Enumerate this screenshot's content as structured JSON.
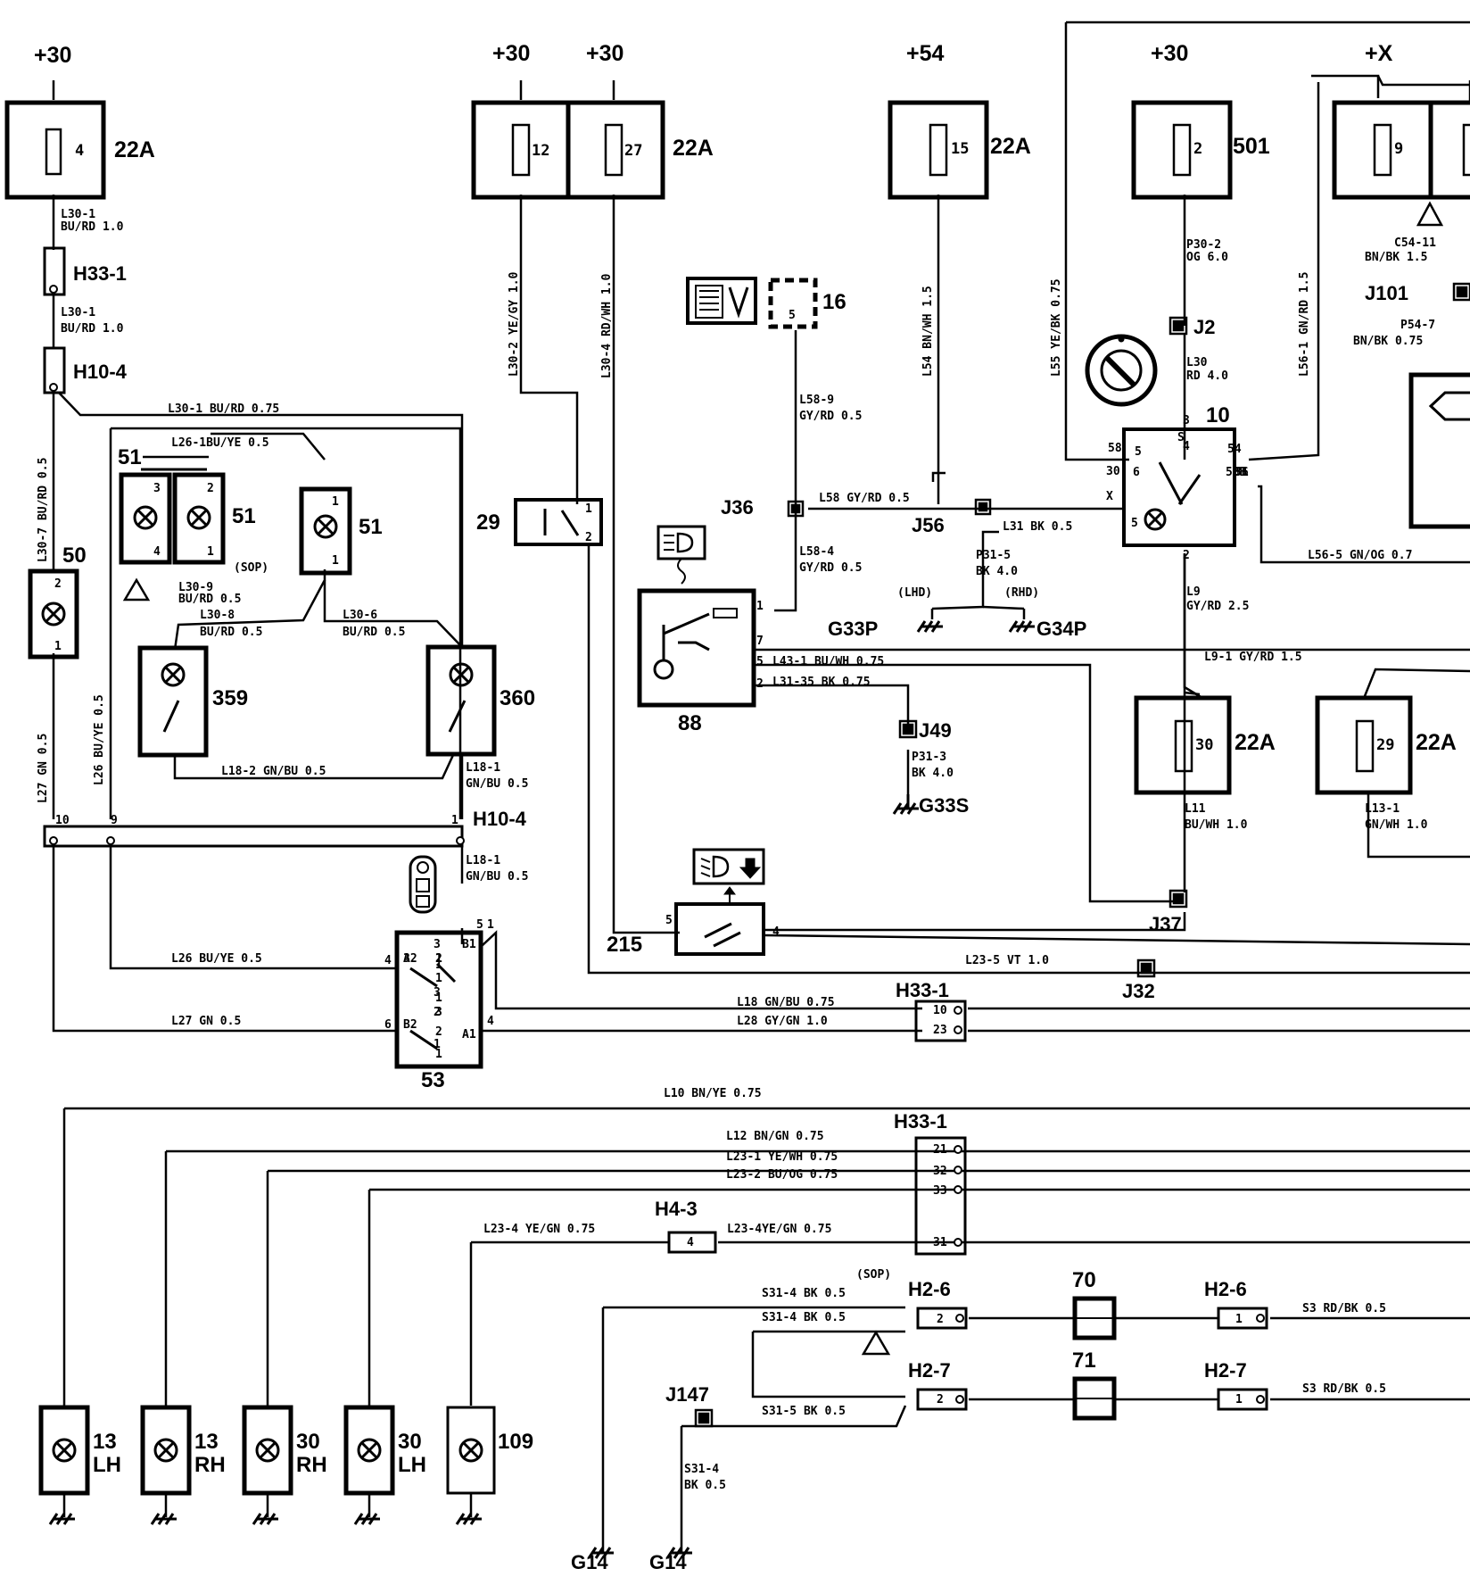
{
  "supplies": [
    {
      "id": "s1",
      "text": "+30"
    },
    {
      "id": "s2",
      "text": "+30"
    },
    {
      "id": "s3",
      "text": "+30"
    },
    {
      "id": "s4",
      "text": "+54"
    },
    {
      "id": "s5",
      "text": "+30"
    },
    {
      "id": "s6",
      "text": "+X"
    }
  ],
  "fuses": [
    {
      "num": "4",
      "rating": "22A"
    },
    {
      "num": "12",
      "rating": ""
    },
    {
      "num": "27",
      "rating": "22A"
    },
    {
      "num": "15",
      "rating": "22A"
    },
    {
      "num": "2",
      "rating": "501"
    },
    {
      "num": "9",
      "rating": ""
    },
    {
      "num": "30",
      "rating": "22A"
    },
    {
      "num": "29",
      "rating": "22A"
    }
  ],
  "components": [
    "50",
    "51",
    "51",
    "51",
    "359",
    "360",
    "29",
    "16",
    "88",
    "215",
    "10",
    "53",
    "13",
    "LH",
    "13",
    "RH",
    "30",
    "RH",
    "30",
    "LH",
    "109",
    "70",
    "71"
  ],
  "connectors": [
    "H33-1",
    "H10-4",
    "H10-4",
    "H33-1",
    "H33-1",
    "H4-3",
    "H2-6",
    "H2-6",
    "H2-7",
    "H2-7"
  ],
  "splices": [
    "J36",
    "J56",
    "J2",
    "J49",
    "J37",
    "J32",
    "J147",
    "J101"
  ],
  "grounds": [
    "G33P",
    "G34P",
    "G33S",
    "G14",
    "G14"
  ],
  "notes": [
    "(SOP)",
    "(LHD)",
    "(RHD)",
    "(SOP)"
  ],
  "wires": [
    "L30-1",
    "BU/RD 1.0",
    "L30-1",
    "BU/RD 1.0",
    "L30-1 BU/RD 0.75",
    "L26-1BU/YE 0.5",
    "L30-9",
    "BU/RD 0.5",
    "L30-8",
    "BU/RD 0.5",
    "L30-6",
    "BU/RD 0.5",
    "L18-2 GN/BU 0.5",
    "L18-1",
    "GN/BU 0.5",
    "L18-1",
    "GN/BU 0.5",
    "L26 BU/YE 0.5",
    "L27 GN 0.5",
    "L18 GN/BU 0.75",
    "L28 GY/GN 1.0",
    "L23-5 VT 1.0",
    "L58-9",
    "GY/RD 0.5",
    "L58 GY/RD 0.5",
    "L58-4",
    "GY/RD 0.5",
    "L31 BK 0.5",
    "P31-5",
    "BK 4.0",
    "L43-1 BU/WH 0.75",
    "L31-35 BK 0.75",
    "P31-3",
    "BK 4.0",
    "P30-2",
    "OG 6.0",
    "L30",
    "RD 4.0",
    "L9",
    "GY/RD 2.5",
    "L9-1 GY/RD 1.5",
    "L56-5 GN/OG 0.7",
    "L11",
    "BU/WH 1.0",
    "L13-1",
    "GN/WH 1.0",
    "C54-11",
    "BN/BK 1.5",
    "P54-7",
    "BN/BK 0.75",
    "L10 BN/YE 0.75",
    "L12 BN/GN 0.75",
    "L23-1 YE/WH 0.75",
    "L23-2 BU/OG 0.75",
    "L23-4 YE/GN 0.75",
    "L23-4YE/GN 0.75",
    "S31-4 BK 0.5",
    "S31-4 BK 0.5",
    "S31-5 BK 0.5",
    "S31-4",
    "BK 0.5",
    "S3 RD/BK 0.5",
    "S3 RD/BK 0.5"
  ],
  "vwires": [
    "L30-7 BU/RD 0.5",
    "L27 GN 0.5",
    "L26 BU/YE 0.5",
    "L30-2 YE/GY 1.0",
    "L30-4 RD/WH 1.0",
    "L54 BN/WH 1.5",
    "L55 YE/BK 0.75",
    "L56-1 GN/RD 1.5"
  ],
  "pins": [
    "3",
    "4",
    "2",
    "1",
    "1",
    "1",
    "2",
    "1",
    "5",
    "1",
    "7",
    "5",
    "2",
    "1",
    "2",
    "3",
    "4",
    "5",
    "6",
    "5",
    "S",
    "54",
    "58B",
    "31",
    "58",
    "30",
    "X",
    "56",
    "2",
    "10",
    "9",
    "1",
    "4",
    "6",
    "3",
    "1",
    "3",
    "2",
    "1",
    "1",
    "1",
    "A2",
    "3",
    "2",
    "1",
    "B2",
    "3",
    "2",
    "1",
    "B1",
    "A1",
    "4",
    "5",
    "1",
    "5",
    "4",
    "10",
    "23",
    "21",
    "32",
    "33",
    "31",
    "4",
    "2",
    "2",
    "1",
    "1"
  ]
}
